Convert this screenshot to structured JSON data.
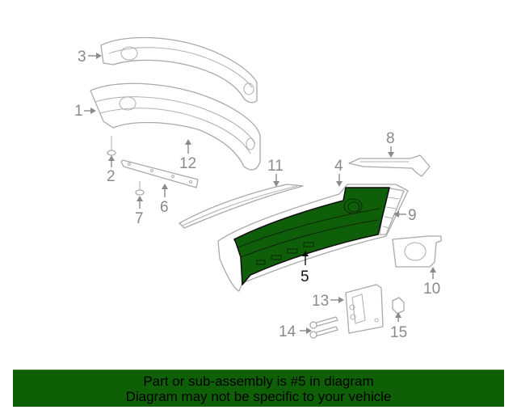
{
  "diagram": {
    "highlighted_part": "5",
    "highlight_color": "#0f5f0a",
    "callouts": [
      {
        "number": "1",
        "part": "bumper-cover-upper"
      },
      {
        "number": "2",
        "part": "push-pin-fastener"
      },
      {
        "number": "3",
        "part": "bumper-cover-top"
      },
      {
        "number": "4",
        "part": "bumper-fascia"
      },
      {
        "number": "5",
        "part": "bumper-assembly-highlighted"
      },
      {
        "number": "6",
        "part": "mounting-strip"
      },
      {
        "number": "7",
        "part": "retainer-clip"
      },
      {
        "number": "8",
        "part": "side-bracket"
      },
      {
        "number": "9",
        "part": "grille-insert"
      },
      {
        "number": "10",
        "part": "fog-lamp-bezel"
      },
      {
        "number": "11",
        "part": "trim-molding"
      },
      {
        "number": "12",
        "part": "absorber"
      },
      {
        "number": "13",
        "part": "mounting-bracket"
      },
      {
        "number": "14",
        "part": "bolts"
      },
      {
        "number": "15",
        "part": "nut"
      }
    ]
  },
  "banner": {
    "line1": "Part or sub-assembly is #5 in diagram",
    "line2": "Diagram may not be specific to your vehicle",
    "background": "#0f5f06"
  }
}
